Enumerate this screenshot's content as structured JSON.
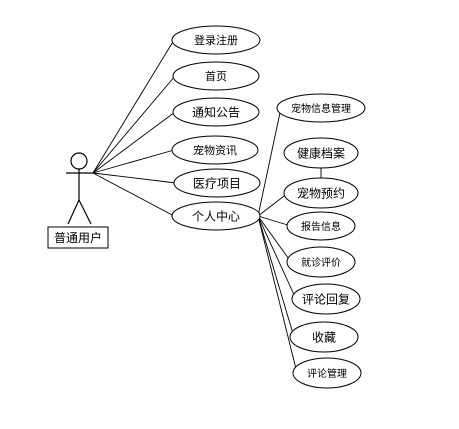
{
  "actor": {
    "label": "普通用户"
  },
  "primary_use_cases": [
    {
      "id": "login",
      "label": "登录注册"
    },
    {
      "id": "home",
      "label": "首页"
    },
    {
      "id": "notice",
      "label": "通知公告"
    },
    {
      "id": "pet-news",
      "label": "宠物资讯"
    },
    {
      "id": "medical",
      "label": "医疗项目"
    },
    {
      "id": "personal",
      "label": "个人中心"
    }
  ],
  "personal_center_use_cases": [
    {
      "id": "pet-info",
      "label": "宠物信息管理"
    },
    {
      "id": "health",
      "label": "健康档案"
    },
    {
      "id": "appointment",
      "label": "宠物预约"
    },
    {
      "id": "report",
      "label": "报告信息"
    },
    {
      "id": "visit-eval",
      "label": "就诊评价"
    },
    {
      "id": "comment-reply",
      "label": "评论回复"
    },
    {
      "id": "favorites",
      "label": "收藏"
    },
    {
      "id": "comment-manage",
      "label": "评论管理"
    }
  ]
}
